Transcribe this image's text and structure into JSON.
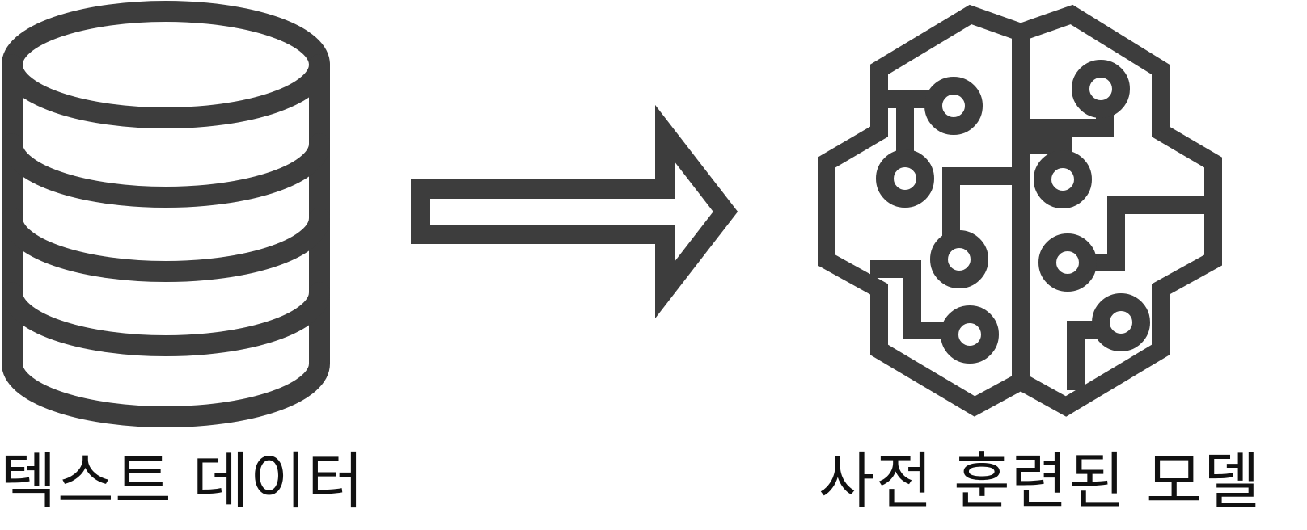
{
  "diagram": {
    "stroke_color": "#3d3d3d",
    "background_color": "#ffffff",
    "nodes": [
      {
        "id": "text-data",
        "icon": "database-icon",
        "label": "텍스트 데이터"
      },
      {
        "id": "pretrained-model",
        "icon": "brain-circuit-icon",
        "label": "사전 훈련된 모델"
      }
    ],
    "edges": [
      {
        "from": "text-data",
        "to": "pretrained-model",
        "icon": "arrow-right-icon"
      }
    ]
  }
}
